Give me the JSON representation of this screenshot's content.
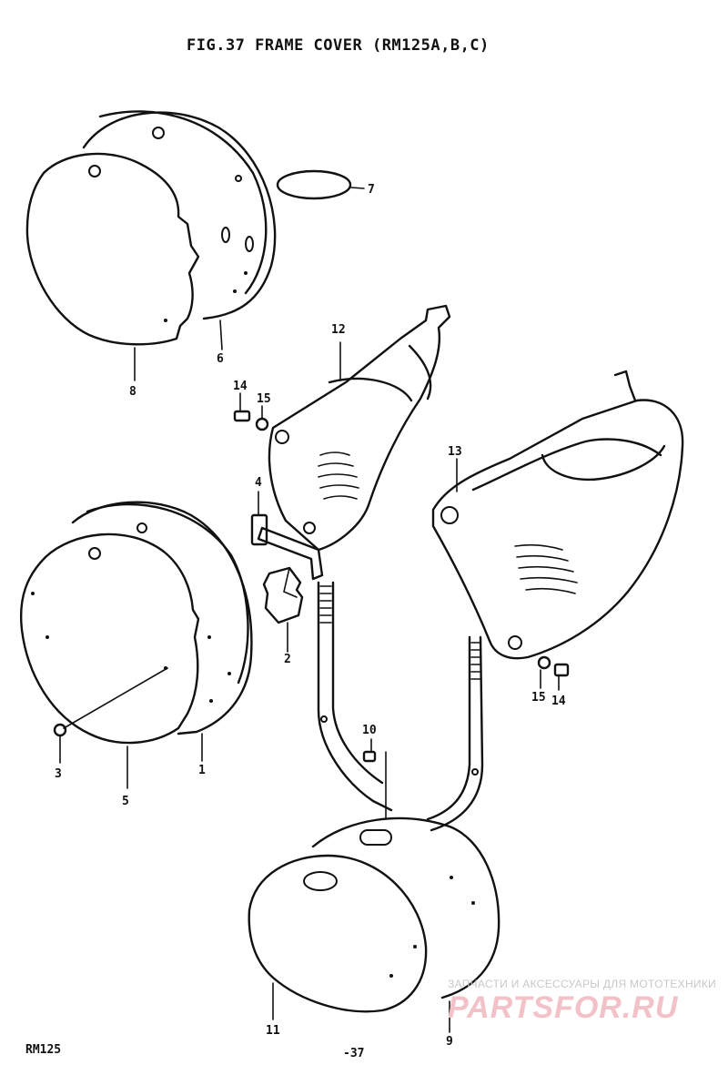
{
  "figure": {
    "title": "FIG.37  FRAME COVER (RM125A,B,C)",
    "model": "RM125",
    "page_number": "-37"
  },
  "watermark": {
    "top_text": "ЗАПЧАСТИ И АКСЕССУАРЫ ДЛЯ МОТОТЕХНИКИ",
    "brand": "PARTSFOR.RU",
    "color": "#f2c2c8"
  },
  "callouts": [
    {
      "id": "7",
      "text": "7"
    },
    {
      "id": "6",
      "text": "6"
    },
    {
      "id": "8",
      "text": "8"
    },
    {
      "id": "12",
      "text": "12"
    },
    {
      "id": "14a",
      "text": "14"
    },
    {
      "id": "15a",
      "text": "15"
    },
    {
      "id": "4",
      "text": "4"
    },
    {
      "id": "13",
      "text": "13"
    },
    {
      "id": "2",
      "text": "2"
    },
    {
      "id": "15b",
      "text": "15"
    },
    {
      "id": "14b",
      "text": "14"
    },
    {
      "id": "3",
      "text": "3"
    },
    {
      "id": "5",
      "text": "5"
    },
    {
      "id": "1",
      "text": "1"
    },
    {
      "id": "10",
      "text": "10"
    },
    {
      "id": "11",
      "text": "11"
    },
    {
      "id": "9",
      "text": "9"
    }
  ]
}
